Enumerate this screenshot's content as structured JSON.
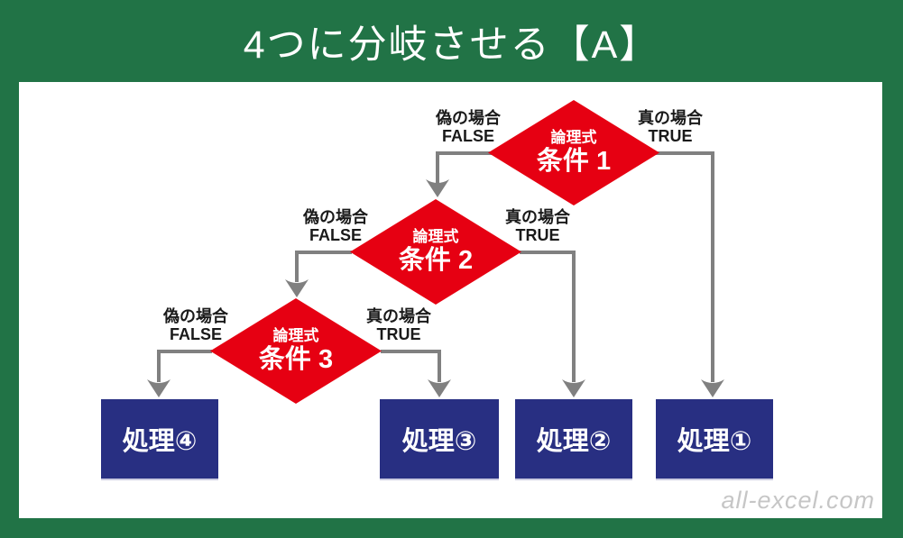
{
  "title": "4つに分岐させる【A】",
  "watermark": "all-excel.com",
  "colors": {
    "frame_green": "#217346",
    "decision_red": "#e60012",
    "process_navy": "#282f82",
    "connector_gray": "#808080",
    "label_text": "#1a1a1a",
    "watermark_gray": "#c6c6c6"
  },
  "branches": {
    "false": {
      "jp": "偽の場合",
      "en": "FALSE"
    },
    "true": {
      "jp": "真の場合",
      "en": "TRUE"
    }
  },
  "decisions": [
    {
      "subtitle": "論理式",
      "label": "条件 1"
    },
    {
      "subtitle": "論理式",
      "label": "条件 2"
    },
    {
      "subtitle": "論理式",
      "label": "条件 3"
    }
  ],
  "processes": [
    {
      "label": "処理④"
    },
    {
      "label": "処理③"
    },
    {
      "label": "処理②"
    },
    {
      "label": "処理①"
    }
  ]
}
